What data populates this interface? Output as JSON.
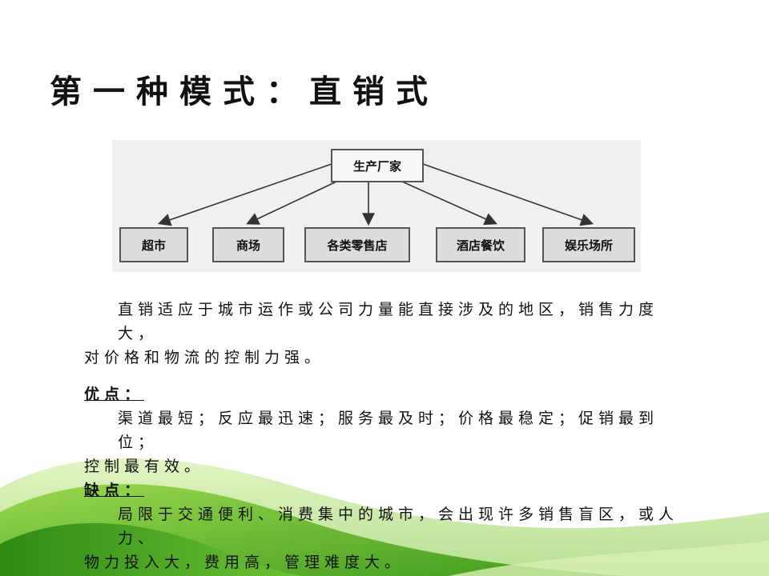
{
  "title": "第一种模式：直销式",
  "diagram": {
    "root": "生产厂家",
    "children": [
      "超市",
      "商场",
      "各类零售店",
      "酒店餐饮",
      "娱乐场所"
    ]
  },
  "description": {
    "line1": "直销适应于城市运作或公司力量能直接涉及的地区，销售力度大，",
    "line2": "对价格和物流的控制力强。"
  },
  "pros": {
    "label": "优点：",
    "line1": "渠道最短；反应最迅速；服务最及时；价格最稳定；促销最到　位；",
    "line2": "控制最有效。"
  },
  "cons": {
    "label": "缺点：",
    "line1": "局限于交通便利、消费集中的城市，会出现许多销售盲区，或人力、",
    "line2": "物力投入大，费用高，管理难度大。"
  },
  "colors": {
    "green_dark": "#3e9a1e",
    "green_light": "#8fd14a",
    "box_fill": "#dcdcdc",
    "box_stroke": "#555555"
  }
}
